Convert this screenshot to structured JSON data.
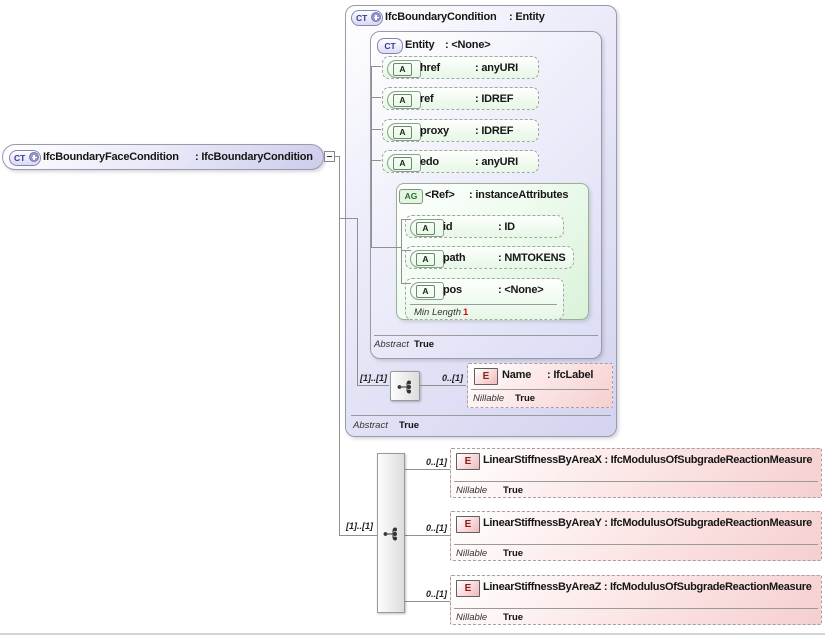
{
  "diagram": {
    "root": {
      "badge": "CT",
      "name": "IfcBoundaryFaceCondition",
      "type": ": IfcBoundaryCondition"
    },
    "complex_type": {
      "badge": "CT",
      "name": "IfcBoundaryCondition",
      "type": ": Entity",
      "abstract_label": "Abstract",
      "abstract_value": "True",
      "base": {
        "badge": "CT",
        "name": "Entity",
        "type": ": <None>",
        "abstract_label": "Abstract",
        "abstract_value": "True",
        "attributes": [
          {
            "badge": "A",
            "name": "href",
            "type": ": anyURI"
          },
          {
            "badge": "A",
            "name": "ref",
            "type": ": IDREF"
          },
          {
            "badge": "A",
            "name": "proxy",
            "type": ": IDREF"
          },
          {
            "badge": "A",
            "name": "edo",
            "type": ": anyURI"
          }
        ],
        "attribute_group": {
          "badge": "AG",
          "name": "<Ref>",
          "type": ": instanceAttributes",
          "attributes": [
            {
              "badge": "A",
              "name": "id",
              "type": ": ID"
            },
            {
              "badge": "A",
              "name": "path",
              "type": ": NMTOKENS"
            },
            {
              "badge": "A",
              "name": "pos",
              "type": ": <None>",
              "facet_label": "Min Length",
              "facet_value": "1"
            }
          ]
        }
      },
      "sequence": {
        "cardinality": "[1]..[1]",
        "element_cardinality": "0..[1]",
        "element": {
          "badge": "E",
          "name": "Name",
          "type": ": IfcLabel",
          "nillable_label": "Nillable",
          "nillable_value": "True"
        }
      }
    },
    "content_sequence": {
      "cardinality": "[1]..[1]",
      "elements": [
        {
          "cardinality": "0..[1]",
          "badge": "E",
          "name": "LinearStiffnessByAreaX",
          "type": ": IfcModulusOfSubgradeReactionMeasure",
          "nillable_label": "Nillable",
          "nillable_value": "True"
        },
        {
          "cardinality": "0..[1]",
          "badge": "E",
          "name": "LinearStiffnessByAreaY",
          "type": ": IfcModulusOfSubgradeReactionMeasure",
          "nillable_label": "Nillable",
          "nillable_value": "True"
        },
        {
          "cardinality": "0..[1]",
          "badge": "E",
          "name": "LinearStiffnessByAreaZ",
          "type": ": IfcModulusOfSubgradeReactionMeasure",
          "nillable_label": "Nillable",
          "nillable_value": "True"
        }
      ]
    }
  }
}
